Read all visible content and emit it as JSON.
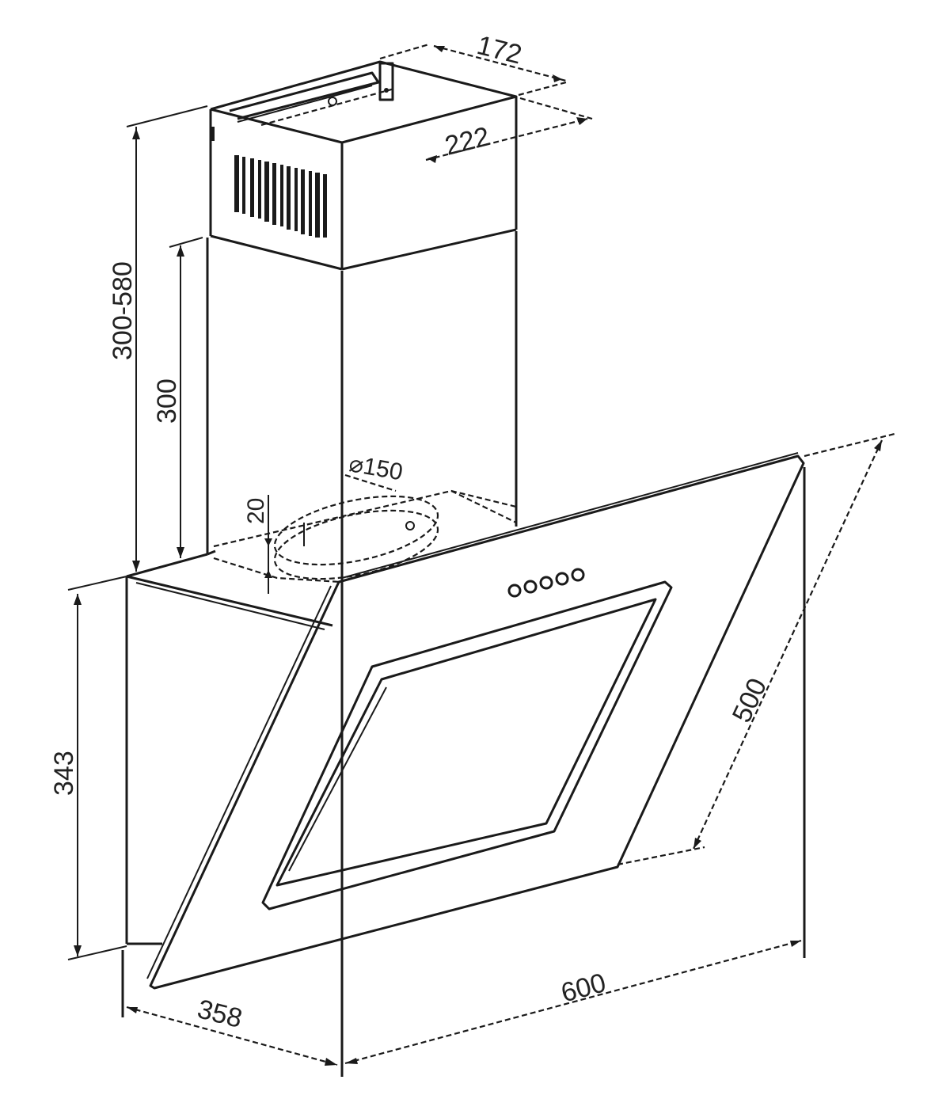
{
  "drawing": {
    "subject": "Angled glass chimney cooker hood — dimensional drawing",
    "units": "mm"
  },
  "dimensions": {
    "chimney_depth": "172",
    "chimney_width": "222",
    "chimney_height_range": "300-580",
    "chimney_lower_height": "300",
    "outlet_diameter": "⌀150",
    "outlet_collar_height": "20",
    "body_height": "343",
    "glass_panel_height": "500",
    "hood_depth": "358",
    "hood_width": "600"
  },
  "features": {
    "control_buttons_count": 5,
    "vent_grille": "chimney upper vent slots",
    "glass_panel": "inclined front glass with filter frame"
  }
}
